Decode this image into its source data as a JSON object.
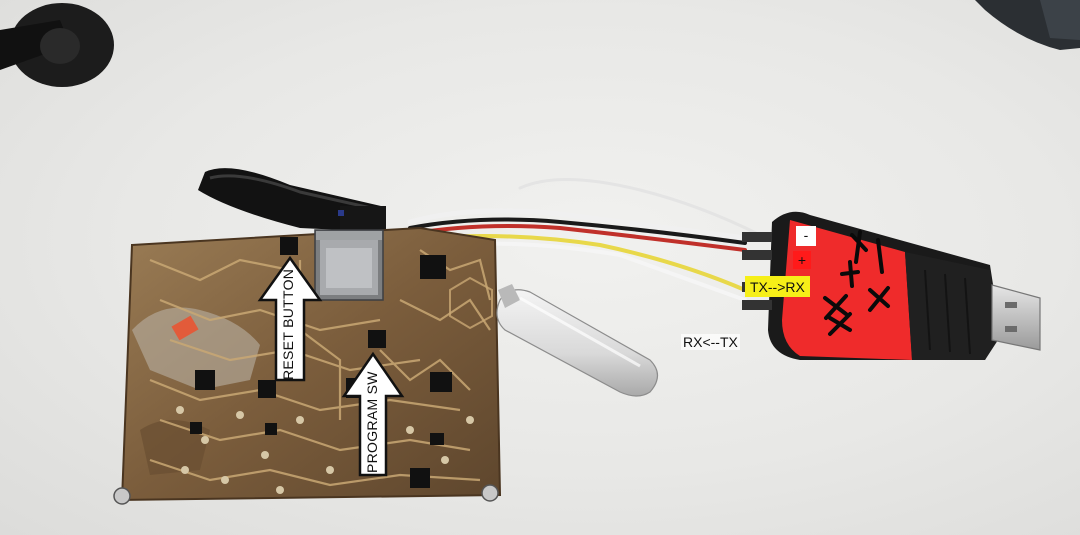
{
  "annotations": {
    "reset_button": "RESET BUTTON",
    "program_switch": "PROGRAM SW",
    "tx_to_rx": "TX-->RX",
    "rx_from_tx": "RX<--TX",
    "minus": "-",
    "plus": "+"
  },
  "colors": {
    "tx_label_background": "#f6ef18",
    "plus_label_background": "#ff1a1a",
    "minus_label_background": "#ffffff",
    "adapter_tape": "#ef2b2b",
    "board_copper": "#8a6a44"
  },
  "objects": [
    "pcb-board-icon",
    "esp32-module-icon",
    "usb-serial-adapter-icon",
    "usb-flash-drive-icon",
    "four-wire-cable-icon",
    "black-wand-icon"
  ]
}
